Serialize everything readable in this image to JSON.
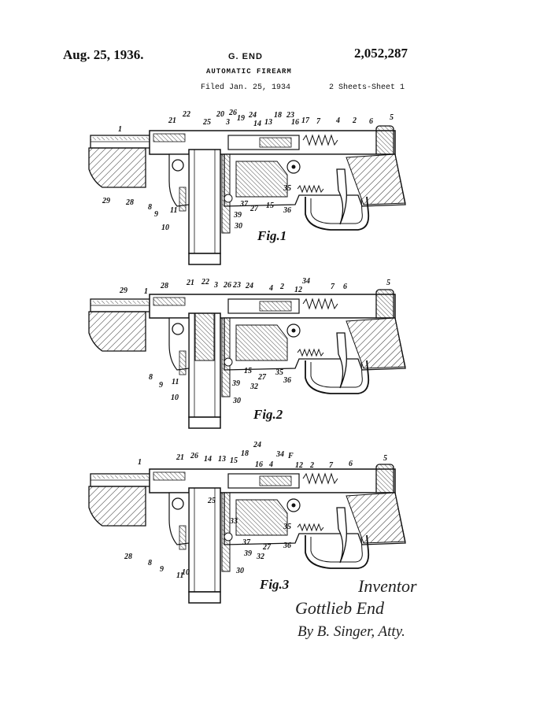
{
  "header": {
    "date": "Aug. 25, 1936.",
    "inventor": "G. END",
    "patent_number": "2,052,287",
    "title": "AUTOMATIC FIREARM",
    "filed": "Filed Jan. 25, 1934",
    "sheets": "2 Sheets-Sheet 1"
  },
  "figures": [
    {
      "caption": "Fig.1",
      "labels": [
        "1",
        "22",
        "21",
        "20",
        "25",
        "26",
        "3",
        "19",
        "24",
        "14",
        "13",
        "18",
        "23",
        "16",
        "17",
        "7",
        "4",
        "2",
        "6",
        "5",
        "29",
        "28",
        "8",
        "9",
        "11",
        "10",
        "30",
        "39",
        "37",
        "27",
        "15",
        "35",
        "36"
      ]
    },
    {
      "caption": "Fig.2",
      "labels": [
        "29",
        "1",
        "28",
        "21",
        "22",
        "3",
        "26",
        "23",
        "24",
        "4",
        "2",
        "34",
        "5",
        "7",
        "6",
        "12",
        "8",
        "9",
        "11",
        "10",
        "30",
        "39",
        "32",
        "15",
        "27",
        "35",
        "36"
      ]
    },
    {
      "caption": "Fig.3",
      "labels": [
        "1",
        "21",
        "26",
        "14",
        "13",
        "18",
        "24",
        "15",
        "16",
        "4",
        "34",
        "F",
        "12",
        "2",
        "7",
        "6",
        "5",
        "25",
        "28",
        "8",
        "9",
        "11",
        "10",
        "33",
        "37",
        "39",
        "32",
        "30",
        "27",
        "35",
        "36"
      ]
    }
  ],
  "signature": {
    "role": "Inventor",
    "name": "Gottlieb End",
    "attorney": "By B. Singer, Atty."
  }
}
